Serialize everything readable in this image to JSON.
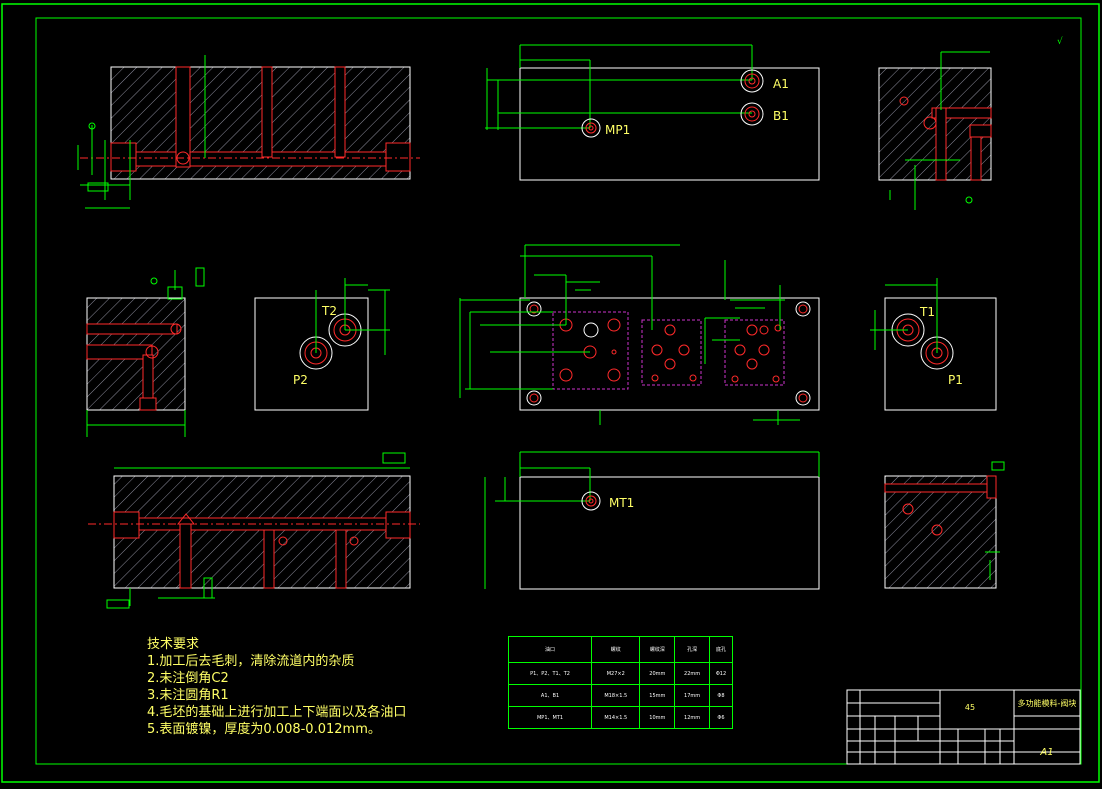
{
  "colors": {
    "border": "#00ff00",
    "outline": "#ffffff",
    "hatch": "#9a9aa8",
    "channel": "#ff2a2a",
    "dim": "#00ff00",
    "label": "#ffff66",
    "aux": "#cc33cc"
  },
  "port_labels": {
    "a1": "A1",
    "b1": "B1",
    "mp1": "MP1",
    "t2": "T2",
    "p2": "P2",
    "t1": "T1",
    "p1": "P1",
    "mt1": "MT1"
  },
  "notes": {
    "heading": "技术要求",
    "item1": "1.加工后去毛刺，清除流道内的杂质",
    "item2": "2.未注倒角C2",
    "item3": "3.未注圆角R1",
    "item4": "4.毛坯的基础上进行加工上下端面以及各油口",
    "item5": "5.表面镀镍，厚度为0.008-0.012mm。"
  },
  "thread_table": {
    "header": [
      "油口",
      "螺纹",
      "螺纹深",
      "孔深",
      "底孔"
    ],
    "rows": [
      [
        "P1、P2、T1、T2",
        "M27×2",
        "20mm",
        "22mm",
        "Φ12"
      ],
      [
        "A1、B1",
        "M18×1.5",
        "15mm",
        "17mm",
        "Φ8"
      ],
      [
        "MP1、MT1",
        "M14×1.5",
        "10mm",
        "12mm",
        "Φ6"
      ]
    ]
  },
  "title_block": {
    "material": "45",
    "part_name": "多功能模料-阀块",
    "sheet_size": "A1"
  },
  "roughness_note": "√"
}
